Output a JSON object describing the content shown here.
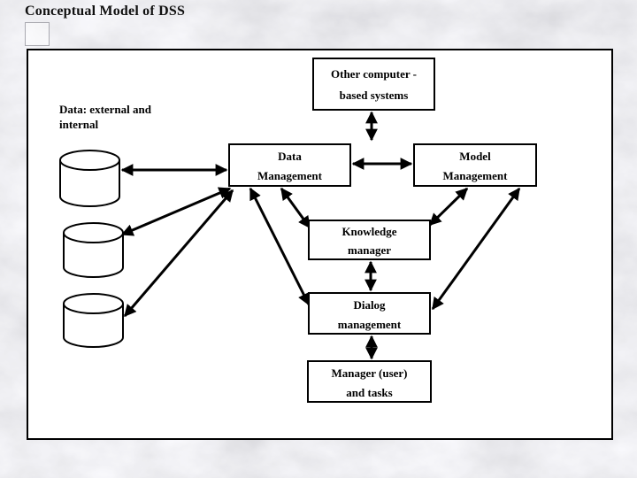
{
  "slide": {
    "title": "Conceptual Model of DSS"
  },
  "diagram": {
    "data_sources_label": {
      "line1": "Data: external and",
      "line2": "internal"
    },
    "nodes": {
      "other_systems": {
        "line1": "Other computer -",
        "line2": "based systems"
      },
      "data_management": {
        "line1": "Data",
        "line2": "Management"
      },
      "model_management": {
        "line1": "Model",
        "line2": "Management"
      },
      "knowledge_manager": {
        "line1": "Knowledge",
        "line2": "manager"
      },
      "dialog_management": {
        "line1": "Dialog",
        "line2": "management"
      },
      "manager_user": {
        "line1": "Manager (user)",
        "line2": "and tasks"
      }
    },
    "database_icons": [
      "database-cylinder",
      "database-cylinder",
      "database-cylinder"
    ],
    "edges": [
      {
        "from": "other-computer-based-systems",
        "to": "data-and-model-management-link",
        "bidirectional": true
      },
      {
        "from": "data-management",
        "to": "model-management",
        "bidirectional": true
      },
      {
        "from": "database-1",
        "to": "data-management",
        "bidirectional": true
      },
      {
        "from": "database-2",
        "to": "data-management",
        "bidirectional": true
      },
      {
        "from": "database-3",
        "to": "data-management",
        "bidirectional": true
      },
      {
        "from": "data-management",
        "to": "knowledge-manager",
        "bidirectional": true
      },
      {
        "from": "data-management",
        "to": "dialog-management",
        "bidirectional": true
      },
      {
        "from": "model-management",
        "to": "knowledge-manager",
        "bidirectional": true
      },
      {
        "from": "model-management",
        "to": "dialog-management",
        "bidirectional": true
      },
      {
        "from": "knowledge-manager",
        "to": "dialog-management",
        "bidirectional": true
      },
      {
        "from": "dialog-management",
        "to": "manager-user-and-tasks",
        "bidirectional": true
      }
    ],
    "colors": {
      "background": "#e6e6ea",
      "panel_fill": "#ffffff",
      "box_fill": "#ffffff",
      "box_border": "#000000",
      "arrow": "#000000",
      "text": "#000000"
    }
  }
}
